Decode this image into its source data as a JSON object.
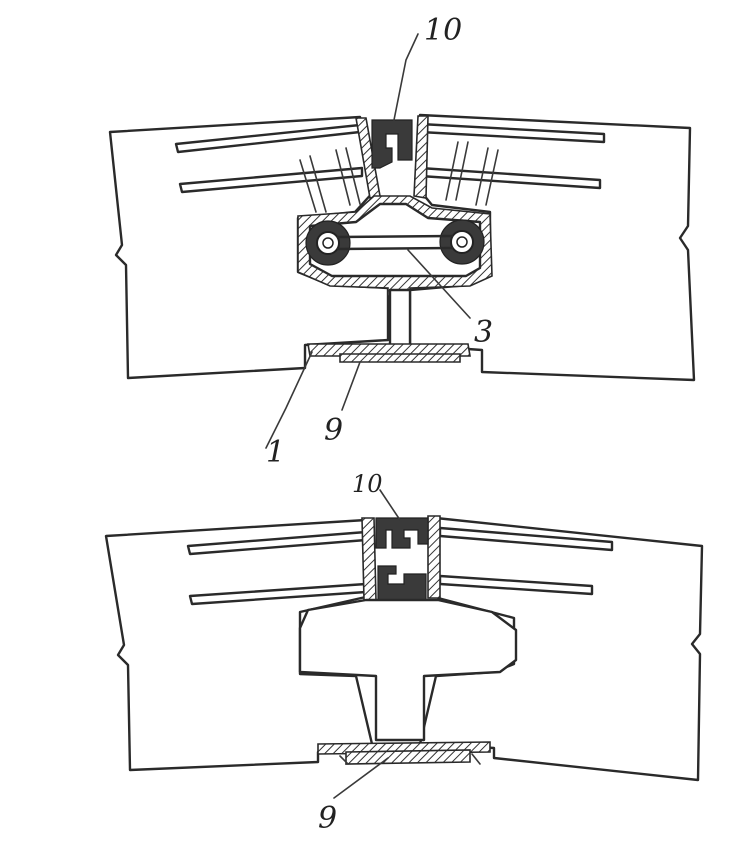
{
  "figure_top": {
    "labels": {
      "part_10": "10",
      "part_3": "3",
      "part_1": "1",
      "part_9": "9"
    }
  },
  "figure_bottom": {
    "labels": {
      "part_10": "10",
      "part_9": "9"
    }
  },
  "colors": {
    "ink": "#2a2a2a",
    "fill_dark": "#3a3a3a",
    "paper": "#ffffff"
  }
}
